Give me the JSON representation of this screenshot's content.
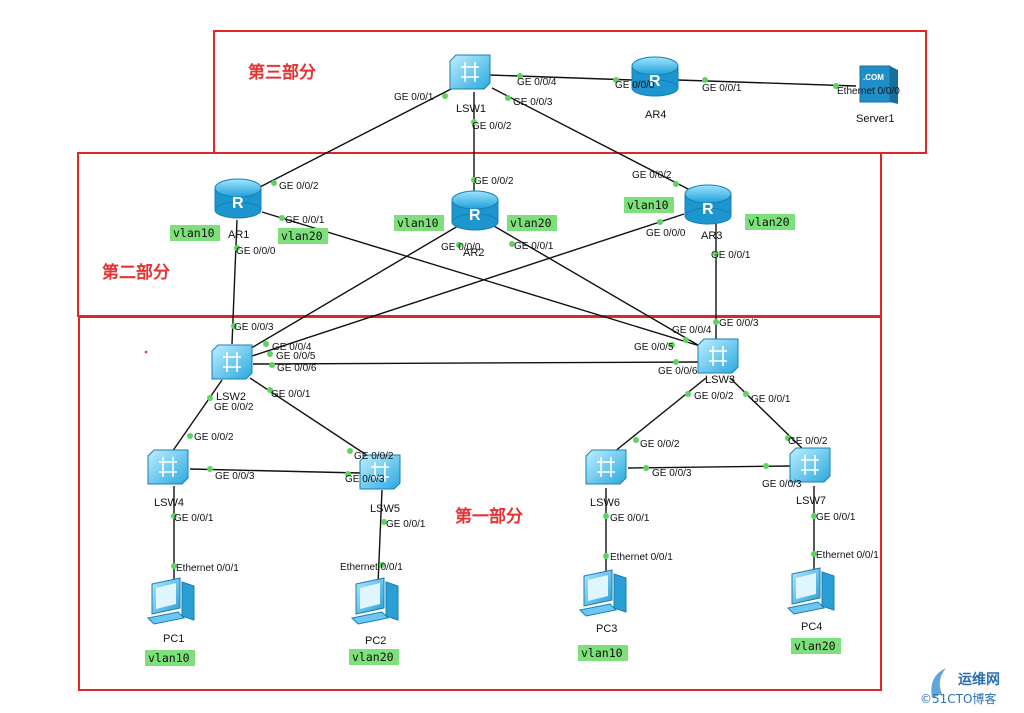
{
  "sections": {
    "part3": "第三部分",
    "part2": "第二部分",
    "part1": "第一部分"
  },
  "devices": {
    "LSW1": "LSW1",
    "AR4": "AR4",
    "Server1": "Server1",
    "AR1": "AR1",
    "AR2": "AR2",
    "AR3": "AR3",
    "LSW2": "LSW2",
    "LSW3": "LSW3",
    "LSW4": "LSW4",
    "LSW5": "LSW5",
    "LSW6": "LSW6",
    "LSW7": "LSW7",
    "PC1": "PC1",
    "PC2": "PC2",
    "PC3": "PC3",
    "PC4": "PC4"
  },
  "server_badge": ".COM",
  "ports": [
    "GE 0/0/1",
    "GE 0/0/4",
    "GE 0/0/3",
    "GE 0/0/2",
    "GE 0/0/0",
    "GE 0/0/1",
    "Ethernet 0/0/0",
    "GE 0/0/2",
    "GE 0/0/1",
    "GE 0/0/0",
    "GE 0/0/2",
    "GE 0/0/0",
    "GE 0/0/1",
    "GE 0/0/2",
    "GE 0/0/0",
    "GE 0/0/1",
    "GE 0/0/3",
    "GE 0/0/4",
    "GE 0/0/5",
    "GE 0/0/6",
    "GE 0/0/2",
    "GE 0/0/1",
    "GE 0/0/3",
    "GE 0/0/4",
    "GE 0/0/5",
    "GE 0/0/6",
    "GE 0/0/2",
    "GE 0/0/1",
    "GE 0/0/2",
    "GE 0/0/3",
    "GE 0/0/1",
    "GE 0/0/2",
    "GE 0/0/3",
    "GE 0/0/1",
    "GE 0/0/2",
    "GE 0/0/3",
    "GE 0/0/1",
    "GE 0/0/2",
    "GE 0/0/3",
    "GE 0/0/1",
    "Ethernet 0/0/1",
    "Ethernet 0/0/1",
    "Ethernet 0/0/1",
    "Ethernet 0/0/1"
  ],
  "vlans": {
    "ar1_v10": "vlan10",
    "ar1_v20": "vlan20",
    "ar2_v10": "vlan10",
    "ar2_v20": "vlan20",
    "ar3_v10": "vlan10",
    "ar3_v20": "vlan20",
    "pc1": "vlan10",
    "pc2": "vlan20",
    "pc3": "vlan10",
    "pc4": "vlan20"
  },
  "watermark": {
    "line1": "运维网",
    "line2": "©51CTO博客"
  }
}
